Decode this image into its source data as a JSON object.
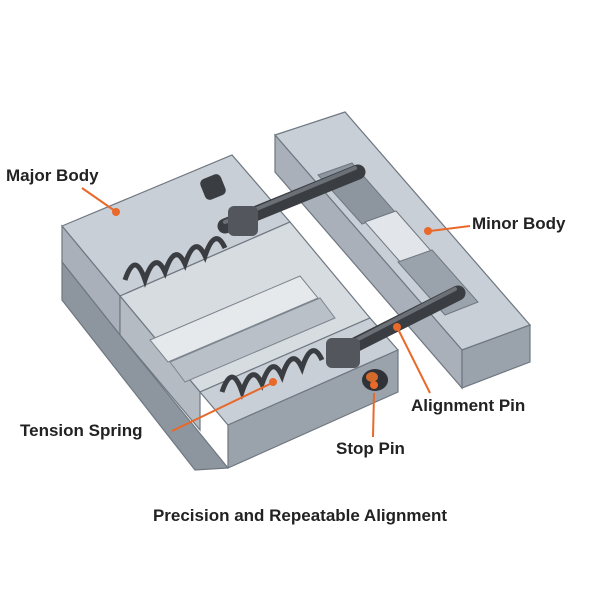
{
  "labels": {
    "major_body": "Major Body",
    "minor_body": "Minor Body",
    "tension_spring": "Tension Spring",
    "alignment_pin": "Alignment Pin",
    "stop_pin": "Stop Pin"
  },
  "caption": "Precision and Repeatable Alignment",
  "colors": {
    "leader": "#e8692a",
    "dot": "#e8692a",
    "body_top": "#c9cfd6",
    "body_side": "#a9b0b9",
    "body_dark": "#8d959f",
    "pin_dark": "#3a3d42",
    "text": "#222222"
  }
}
